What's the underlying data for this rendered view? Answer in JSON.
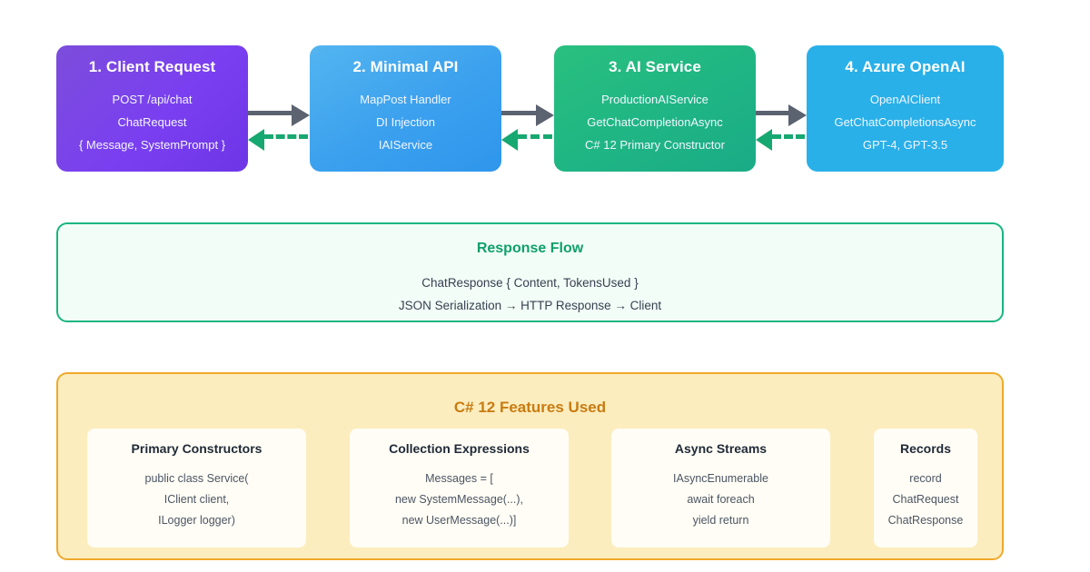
{
  "pipeline": {
    "stages": [
      {
        "title": "1. Client Request",
        "lines": [
          "POST /api/chat",
          "ChatRequest",
          "{ Message, SystemPrompt }"
        ],
        "color": "#7a3ff0"
      },
      {
        "title": "2. Minimal API",
        "lines": [
          "MapPost Handler",
          "DI Injection",
          "IAIService"
        ],
        "color": "#3ba0ee"
      },
      {
        "title": "3. AI Service",
        "lines": [
          "ProductionAIService",
          "GetChatCompletionAsync",
          "C# 12 Primary Constructor"
        ],
        "color": "#1fb584"
      },
      {
        "title": "4. Azure OpenAI",
        "lines": [
          "OpenAIClient",
          "GetChatCompletionsAsync",
          "GPT-4, GPT-3.5"
        ],
        "color": "#29b0e8"
      }
    ],
    "arrow_forward_color": "#5b6270",
    "arrow_return_color": "#16a870"
  },
  "response_flow": {
    "title": "Response Flow",
    "lines": [
      "ChatResponse { Content, TokensUsed }",
      "JSON Serialization → HTTP Response → Client"
    ],
    "border_color": "#18b581",
    "background_color": "#f2fdf7"
  },
  "features": {
    "title": "C# 12 Features Used",
    "border_color": "#f0a92a",
    "background_color": "#fcedbf",
    "title_color": "#c97b10",
    "cards": [
      {
        "title": "Primary Constructors",
        "lines": [
          "public class Service(",
          "IClient client,",
          "ILogger logger)"
        ]
      },
      {
        "title": "Collection Expressions",
        "lines": [
          "Messages = [",
          "new SystemMessage(...),",
          "new UserMessage(...)]"
        ]
      },
      {
        "title": "Async Streams",
        "lines": [
          "IAsyncEnumerable",
          "await foreach",
          "yield return"
        ]
      },
      {
        "title": "Records",
        "lines": [
          "record",
          "ChatRequest",
          "ChatResponse"
        ]
      }
    ]
  }
}
